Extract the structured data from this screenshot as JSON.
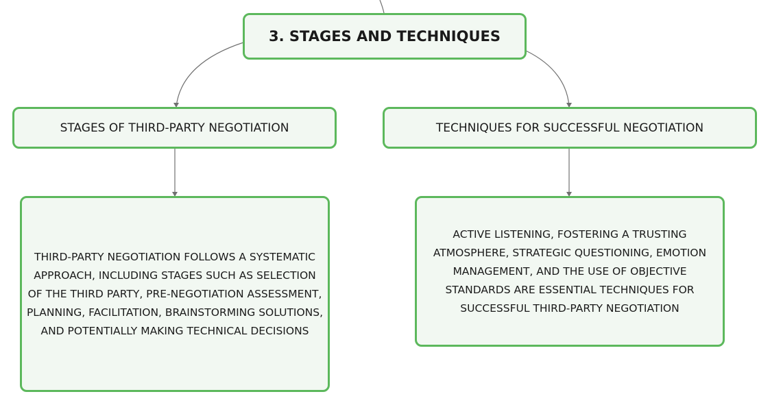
{
  "mindmap": {
    "root": {
      "label": "3. STAGES AND TECHNIQUES"
    },
    "branches": [
      {
        "label": "STAGES OF THIRD-PARTY NEGOTIATION",
        "detail": "THIRD-PARTY NEGOTIATION FOLLOWS A SYSTEMATIC APPROACH, INCLUDING STAGES SUCH AS SELECTION OF THE THIRD PARTY, PRE-NEGOTIATION ASSESSMENT, PLANNING, FACILITATION, BRAINSTORMING SOLUTIONS, AND POTENTIALLY MAKING TECHNICAL DECISIONS"
      },
      {
        "label": "TECHNIQUES FOR SUCCESSFUL NEGOTIATION",
        "detail": "ACTIVE LISTENING, FOSTERING A TRUSTING ATMOSPHERE, STRATEGIC QUESTIONING, EMOTION MANAGEMENT, AND THE USE OF OBJECTIVE STANDARDS ARE ESSENTIAL TECHNIQUES FOR SUCCESSFUL THIRD-PARTY NEGOTIATION"
      }
    ],
    "colors": {
      "node_border": "#5cb85c",
      "node_fill": "#f2f8f2",
      "connector": "#707070"
    }
  }
}
